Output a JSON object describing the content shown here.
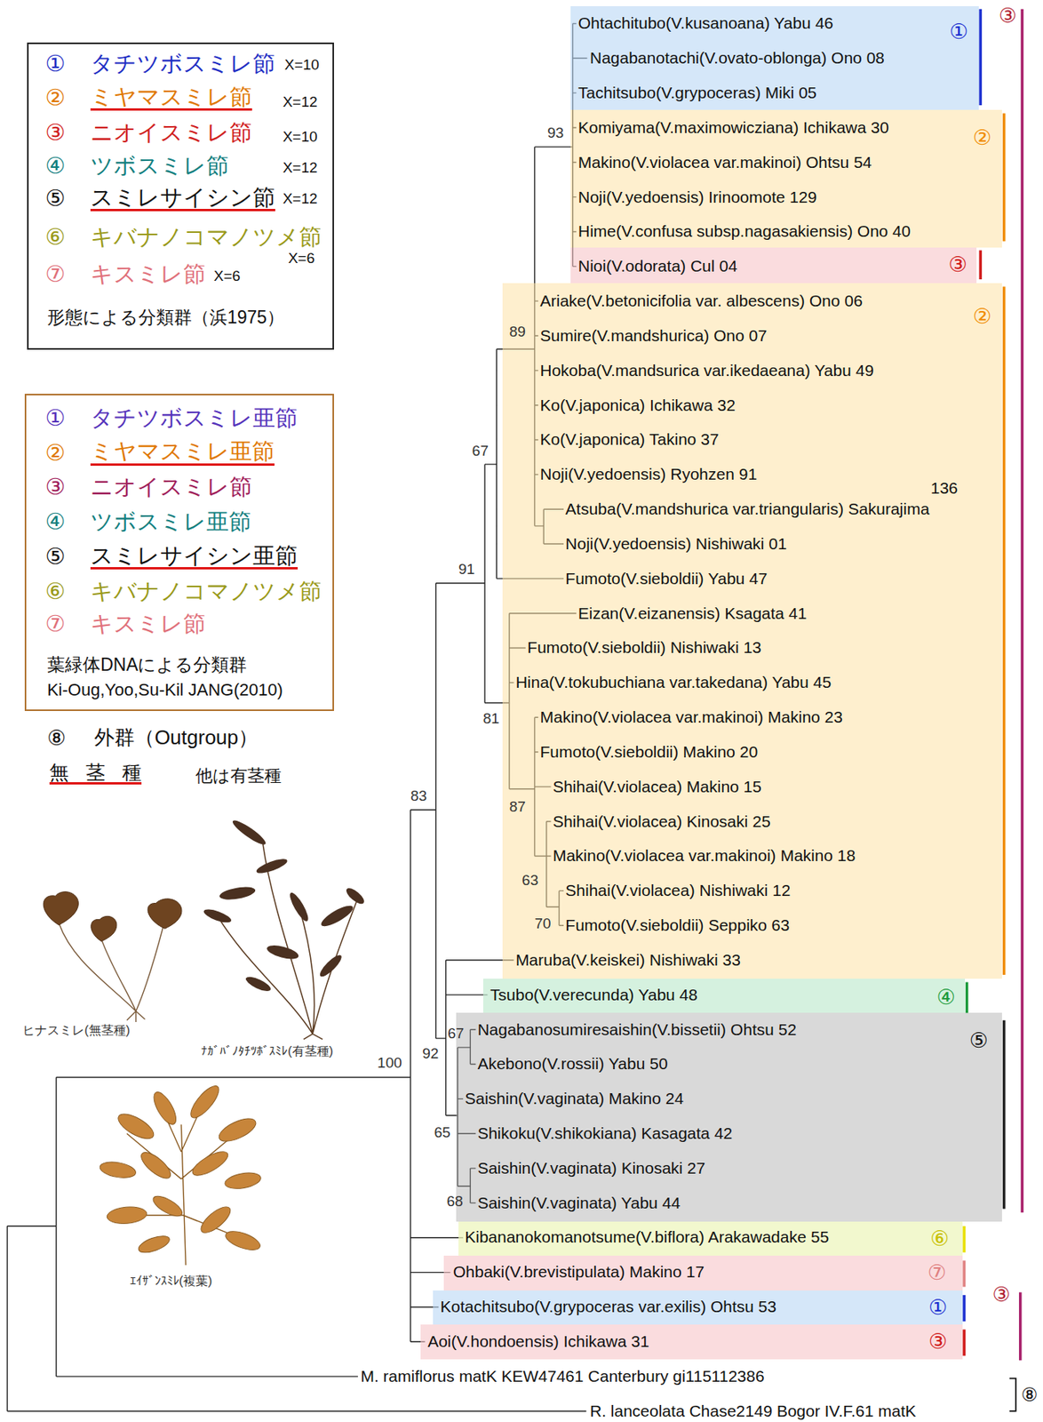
{
  "diagram": {
    "nodes": [
      {
        "text": [
          "①",
          "タチツボスミレ節",
          "X=10",
          "②",
          "ミヤマスミレ節",
          "X=12",
          "③",
          "ニオイスミレ節",
          "X=10",
          "④",
          "ツボスミレ節",
          "X=12",
          "⑤",
          "スミレサイシン節",
          "X=12",
          "⑥",
          "キバナノコマノツメ節",
          "X=6",
          "⑦",
          "キスミレ節",
          "X=6",
          "形態による分類群（浜1975）"
        ]
      },
      {
        "text": [
          "①",
          "タチツボスミレ亜節",
          "②",
          "ミヤマスミレ亜節",
          "③",
          "ニオイスミレ節",
          "④",
          "ツボスミレ亜節",
          "⑤",
          "スミレサイシン亜節",
          "⑥",
          "キバナノコマノツメ節",
          "⑦",
          "キスミレ節",
          "葉緑体DNAによる分類群",
          "Ki-Oug,Yoo,Su-Kil JANG(2010)"
        ]
      },
      {
        "text": [
          "Ohtachitubo(V.kusanoana) Yabu 46",
          "Nagabanotachi(V.ovato-oblonga) Ono 08",
          "Tachitsubo(V.grypoceras) Miki 05",
          "①"
        ]
      },
      {
        "text": [
          "Komiyama(V.maximowicziana) Ichikawa 30",
          "Makino(V.violacea var.makinoi) Ohtsu 54",
          "Noji(V.yedoensis) Irinoomote 129",
          "Hime(V.confusa subsp.nagasakiensis) Ono 40",
          "②"
        ]
      },
      {
        "text": [
          "Nioi(V.odorata) Cul 04",
          "③"
        ]
      },
      {
        "text": [
          "Ariake(V.betonicifolia var. albescens) Ono 06",
          "②",
          "Sumire(V.mandshurica) Ono 07",
          "Hokoba(V.mandsurica var.ikedaeana) Yabu 49",
          "Ko(V.japonica) Ichikawa 32",
          "Ko(V.japonica) Takino 37",
          "Noji(V.yedoensis) Ryohzen 91",
          "136",
          "Atsuba(V.mandshurica var.triangularis) Sakurajima",
          "Noji(V.yedoensis) Nishiwaki 01",
          "Fumoto(V.sieboldii) Yabu 47",
          "Eizan(V.eizanensis) Ksagata 41",
          "Fumoto(V.sieboldii) Nishiwaki 13",
          "Hina(V.tokubuchiana var.takedana) Yabu 45",
          "Makino(V.violacea var.makinoi) Makino 23",
          "Fumoto(V.sieboldii) Makino 20",
          "Shihai(V.violacea) Makino 15",
          "Shihai(V.violacea) Kinosaki 25",
          "Makino(V.violacea var.makinoi) Makino 18",
          "Shihai(V.violacea) Nishiwaki 12",
          "Fumoto(V.sieboldii) Seppiko 63",
          "Maruba(V.keiskei) Nishiwaki 33"
        ]
      },
      {
        "text": [
          "Tsubo(V.verecunda) Yabu 48",
          "④"
        ]
      },
      {
        "text": [
          "Nagabanosumiresaishin(V.bissetii) Ohtsu 52",
          "⑤",
          "Akebono(V.rossii) Yabu 50",
          "Saishin(V.vaginata) Makino 24",
          "Shikoku(V.shikokiana) Kasagata 42",
          "Saishin(V.vaginata) Kinosaki 27",
          "Saishin(V.vaginata) Yabu 44"
        ]
      },
      {
        "text": [
          "Kibananokomanotsume(V.biflora) Arakawadake 55",
          "⑥"
        ]
      },
      {
        "text": [
          "Ohbaki(V.brevistipulata) Makino 17",
          "⑦"
        ]
      },
      {
        "text": [
          "Kotachitsubo(V.grypoceras var.exilis) Ohtsu 53",
          "①"
        ]
      },
      {
        "text": [
          "Aoi(V.hondoensis) Ichikawa 31",
          "③"
        ]
      }
    ],
    "labels": [
      "93",
      "89",
      "67",
      "91",
      "81",
      "87",
      "63",
      "70",
      "83",
      "67",
      "92",
      "65",
      "68",
      "100",
      "M. ramiflorus matK KEW47461 Canterbury gi115112386",
      "R. lanceolata Chase2149 Bogor IV.F.61 matK",
      "③",
      "③",
      "⑧",
      "⑧",
      "外群（Outgroup）",
      "無 茎 種",
      "他は有茎種",
      "ヒナスミレ(無茎種)",
      "ﾅｶﾞﾊﾞﾉﾀﾁﾂﾎﾞｽﾐﾚ(有茎種)",
      "ｴｲｻﾞﾝｽﾐﾚ(複葉)"
    ]
  }
}
